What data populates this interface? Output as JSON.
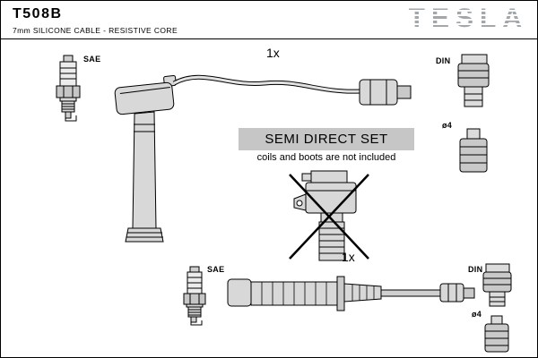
{
  "header": {
    "part_number": "T508B",
    "subtitle": "7mm SILICONE CABLE -  RESISTIVE CORE",
    "brand": "TESLA"
  },
  "banner": {
    "title": "SEMI DIRECT SET",
    "note": "coils and boots are not included"
  },
  "top_assembly": {
    "plug_standard": "SAE",
    "quantity": "1x",
    "terminal_type": "DIN",
    "terminal_diameter": "ø4"
  },
  "bottom_assembly": {
    "plug_standard": "SAE",
    "quantity": "1x",
    "terminal_type": "DIN",
    "terminal_diameter": "ø4"
  },
  "colors": {
    "part_fill": "#d8d8d8",
    "banner_bg": "#c6c6c6",
    "logo_gray": "#a2a7ac",
    "line": "#000000"
  }
}
